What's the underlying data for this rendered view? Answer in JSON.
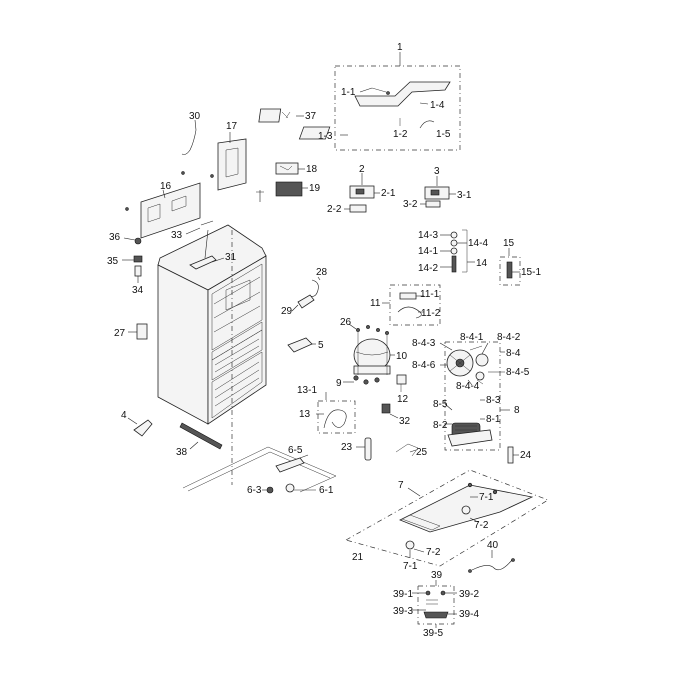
{
  "labels": {
    "l1": "1",
    "l1_1": "1-1",
    "l1_2": "1-2",
    "l1_3": "1-3",
    "l1_4": "1-4",
    "l1_5": "1-5",
    "l2": "2",
    "l2_1": "2-1",
    "l2_2": "2-2",
    "l3": "3",
    "l3_1": "3-1",
    "l3_2": "3-2",
    "l4": "4",
    "l5": "5",
    "l6_1": "6-1",
    "l6_3": "6-3",
    "l6_5": "6-5",
    "l7": "7",
    "l7_1a": "7-1",
    "l7_1b": "7-1",
    "l7_2a": "7-2",
    "l7_2b": "7-2",
    "l8": "8",
    "l8_1": "8-1",
    "l8_2": "8-2",
    "l8_3": "8-3",
    "l8_4": "8-4",
    "l8_5": "8-5",
    "l8_4_1": "8-4-1",
    "l8_4_2": "8-4-2",
    "l8_4_3": "8-4-3",
    "l8_4_4": "8-4-4",
    "l8_4_5": "8-4-5",
    "l8_4_6": "8-4-6",
    "l9": "9",
    "l10": "10",
    "l11": "11",
    "l11_1": "11-1",
    "l11_2": "11-2",
    "l12": "12",
    "l13": "13",
    "l13_1": "13-1",
    "l14": "14",
    "l14_1": "14-1",
    "l14_2": "14-2",
    "l14_3": "14-3",
    "l14_4": "14-4",
    "l15": "15",
    "l15_1": "15-1",
    "l16": "16",
    "l17": "17",
    "l18": "18",
    "l19": "19",
    "l21": "21",
    "l23": "23",
    "l24": "24",
    "l25": "25",
    "l26": "26",
    "l27": "27",
    "l28": "28",
    "l29": "29",
    "l30": "30",
    "l31": "31",
    "l32": "32",
    "l33": "33",
    "l34": "34",
    "l35": "35",
    "l36": "36",
    "l37": "37",
    "l38": "38",
    "l39": "39",
    "l39_1": "39-1",
    "l39_2": "39-2",
    "l39_3": "39-3",
    "l39_4": "39-4",
    "l39_5": "39-5",
    "l40": "40"
  }
}
